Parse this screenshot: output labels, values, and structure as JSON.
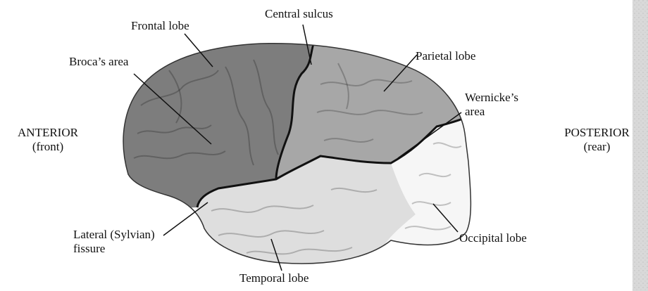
{
  "labels": {
    "central_sulcus": "Central sulcus",
    "frontal_lobe": "Frontal lobe",
    "brocas_area": "Broca’s area",
    "parietal_lobe": "Parietal lobe",
    "wernickes_area_line1": "Wernicke’s",
    "wernickes_area_line2": "area",
    "anterior_line1": "ANTERIOR",
    "anterior_line2": "(front)",
    "posterior_line1": "POSTERIOR",
    "posterior_line2": "(rear)",
    "lateral_fissure_line1": "Lateral (Sylvian)",
    "lateral_fissure_line2": "fissure",
    "occipital_lobe": "Occipital lobe",
    "temporal_lobe": "Temporal lobe"
  },
  "colors": {
    "frontal": "#7d7d7d",
    "parietal": "#a7a7a7",
    "temporal": "#dedede",
    "occipital": "#f6f6f6",
    "outline": "#111111"
  }
}
